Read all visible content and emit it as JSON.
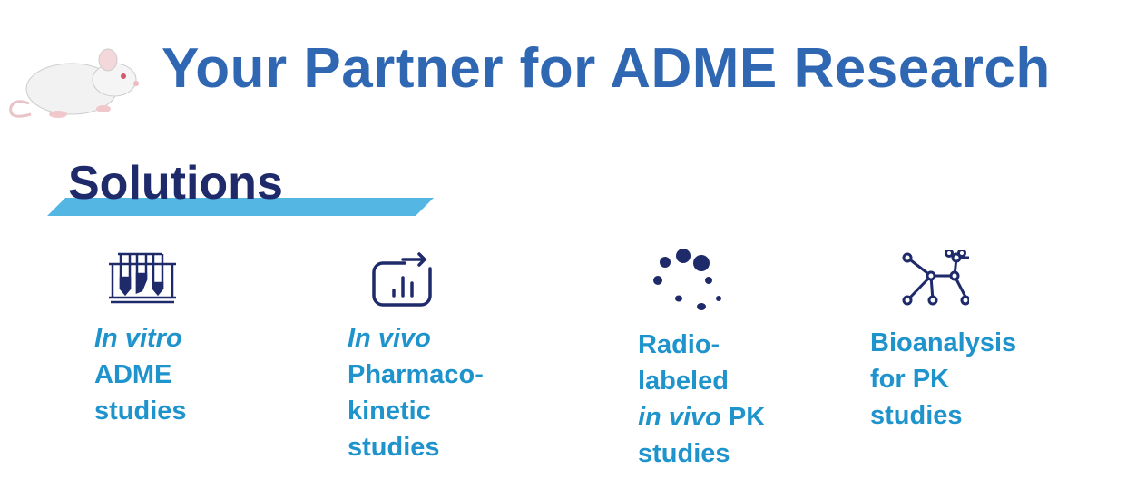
{
  "header": {
    "title": "Your Partner for ADME Research",
    "mascot_icon": "mouse-icon"
  },
  "section": {
    "title": "Solutions"
  },
  "solutions": [
    {
      "icon": "test-tubes-icon",
      "line1": "In vitro",
      "line2": "ADME",
      "line3": "studies"
    },
    {
      "icon": "chart-arrow-icon",
      "line1": "In vivo",
      "line2": "Pharmaco-",
      "line3": "kinetic",
      "line4": "studies"
    },
    {
      "icon": "radio-dots-icon",
      "line1": "Radio-",
      "line2": "labeled",
      "line3_italic": "in vivo",
      "line3_rest": " PK",
      "line4": "studies"
    },
    {
      "icon": "molecule-network-icon",
      "line1": "Bioanalysis",
      "line2": "for PK",
      "line3": "studies"
    }
  ],
  "colors": {
    "title": "#2f67b2",
    "heading": "#1f2a6b",
    "accent": "#54b6e2",
    "label": "#1e93cc",
    "icon": "#1f2a6b"
  }
}
